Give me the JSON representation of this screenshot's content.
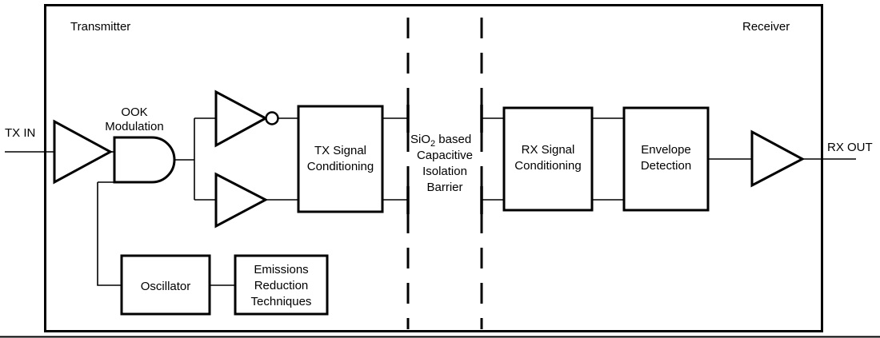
{
  "figure": {
    "type": "block-diagram",
    "title": "Digital isolator functional block diagram",
    "background_color": "#ffffff",
    "line_color": "#000000"
  },
  "regions": {
    "transmitter_label": "Transmitter",
    "receiver_label": "Receiver"
  },
  "ports": {
    "input_label": "TX IN",
    "output_label": "RX OUT"
  },
  "annotations": {
    "ook_line1": "OOK",
    "ook_line2": "Modulation",
    "barrier_line1_pre": "SiO",
    "barrier_line1_sub": "2",
    "barrier_line1_post": " based",
    "barrier_line2": "Capacitive",
    "barrier_line3": "Isolation",
    "barrier_line4": "Barrier"
  },
  "blocks": [
    {
      "id": "tx-signal-conditioning",
      "lines": [
        "TX Signal",
        "Conditioning"
      ]
    },
    {
      "id": "rx-signal-conditioning",
      "lines": [
        "RX Signal",
        "Conditioning"
      ]
    },
    {
      "id": "envelope-detection",
      "lines": [
        "Envelope",
        "Detection"
      ]
    },
    {
      "id": "oscillator",
      "lines": [
        "Oscillator"
      ]
    },
    {
      "id": "emissions-reduction",
      "lines": [
        "Emissions",
        "Reduction",
        "Techniques"
      ]
    }
  ],
  "gates": [
    {
      "id": "input-buffer",
      "symbol": "buffer-triangle"
    },
    {
      "id": "and-gate",
      "symbol": "and-gate"
    },
    {
      "id": "inverter",
      "symbol": "inverter-triangle-bubble"
    },
    {
      "id": "buffer",
      "symbol": "buffer-triangle"
    },
    {
      "id": "output-buffer",
      "symbol": "buffer-triangle"
    }
  ],
  "barrier": {
    "id": "capacitive-isolation-barrier",
    "style": "dashed",
    "capacitor_pairs": 2
  }
}
